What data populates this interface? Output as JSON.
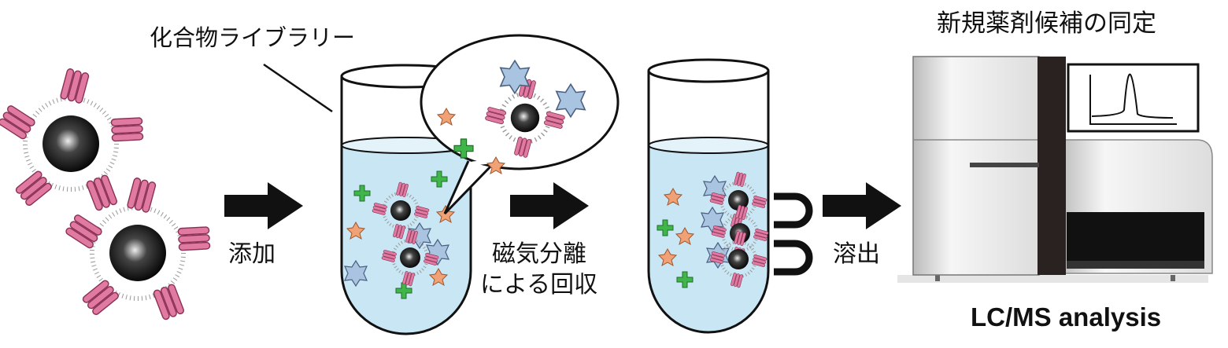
{
  "labels": {
    "compound_library": "化合物ライブラリー",
    "addition": "添加",
    "magnetic_separation_line1": "磁気分離",
    "magnetic_separation_line2": "による回収",
    "elution": "溶出",
    "identification_title": "新規薬剤候補の同定",
    "lcms": "LC/MS analysis"
  },
  "colors": {
    "liquid": "#c9e6f4",
    "protein": "#e07aa0",
    "compound_star": "#a9c4e0",
    "compound_orange": "#f0a276",
    "compound_cross": "#3fb54a",
    "bead": "#111111",
    "arrow": "#111111"
  }
}
